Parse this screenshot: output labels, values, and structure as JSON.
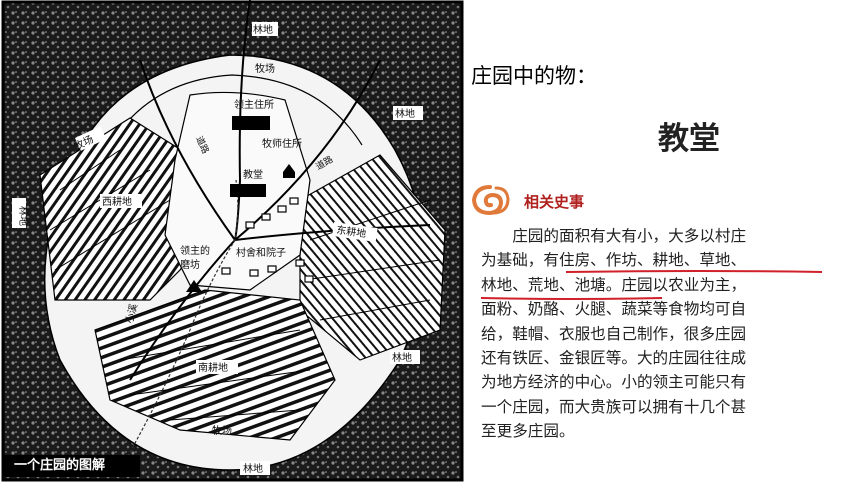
{
  "map": {
    "caption": "一个庄园的图解",
    "labels": {
      "forest_top": "林地",
      "pasture_top": "牧场",
      "lord_house": "领主住所",
      "priest_house": "牧师住所",
      "church": "教堂",
      "road_left": "道路",
      "road_right": "道路",
      "pasture_left": "牧场",
      "forest_right_top": "林地",
      "forest_left": "林地",
      "west_field": "西耕地",
      "east_field": "东耕地",
      "village": "村舍和院子",
      "mill": "领主的磨坊",
      "stream": "小溪",
      "forest_right_bottom": "林地",
      "south_field": "南耕地",
      "pasture_bottom": "牧场",
      "forest_bottom": "林地"
    }
  },
  "heading": "庄园中的物：",
  "highlight": "教堂",
  "related": {
    "title": "相关史事"
  },
  "article": {
    "lines": [
      "庄园的面积有大有小，大多以村庄",
      "为基础，有住房、作坊、耕地、草地、",
      "林地、荒地、池塘。庄园以农业为主，",
      "面粉、奶酪、火腿、蔬菜等食物均可自",
      "给，鞋帽、衣服也自己制作，很多庄园",
      "还有铁匠、金银匠等。大的庄园往往成",
      "为地方经济的中心。小的领主可能只有",
      "一个庄园，而大贵族可以拥有十几个甚",
      "至更多庄园。"
    ]
  },
  "colors": {
    "accent": "#b0201e",
    "underline": "#d0202a",
    "logo": "#e07a3a"
  }
}
